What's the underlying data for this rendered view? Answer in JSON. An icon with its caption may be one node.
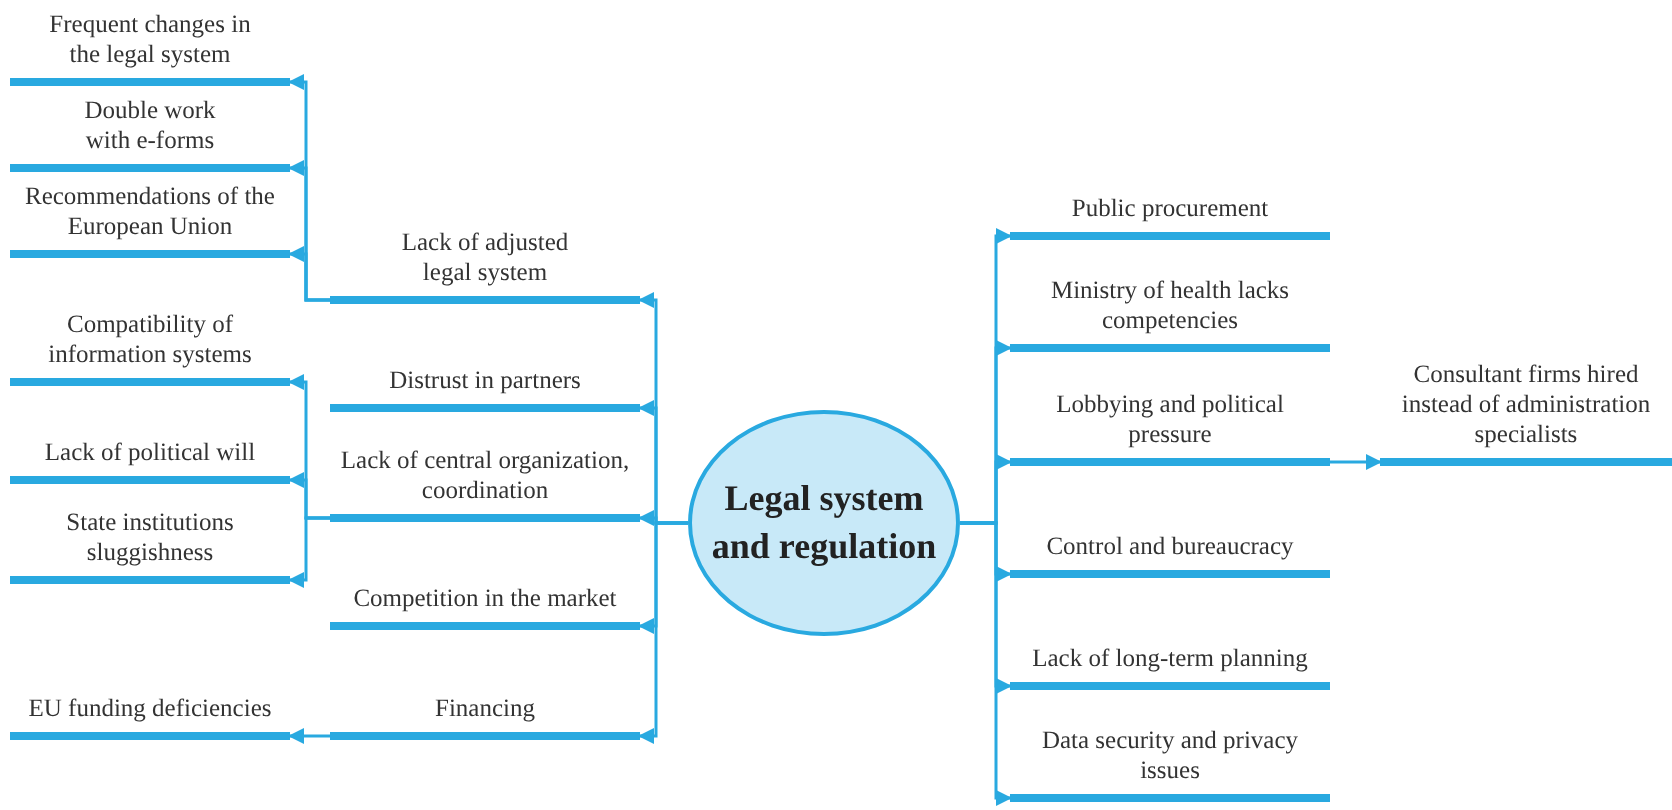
{
  "diagram": {
    "nodes": [
      {
        "text": [
          "Legal system and regulation"
        ]
      },
      {
        "text": [
          "Lack of adjusted legal system"
        ]
      },
      {
        "text": [
          "Frequent changes in the legal system"
        ]
      },
      {
        "text": [
          "Double work with e-forms"
        ]
      },
      {
        "text": [
          "Recommendations of the European Union"
        ]
      },
      {
        "text": [
          "Distrust in partners"
        ]
      },
      {
        "text": [
          "Lack of central organization, coordination"
        ]
      },
      {
        "text": [
          "Compatibility of information systems"
        ]
      },
      {
        "text": [
          "Lack of political will"
        ]
      },
      {
        "text": [
          "State institutions sluggishness"
        ]
      },
      {
        "text": [
          "Competition in the market"
        ]
      },
      {
        "text": [
          "Financing"
        ]
      },
      {
        "text": [
          "EU funding deficiencies"
        ]
      },
      {
        "text": [
          "Public procurement"
        ]
      },
      {
        "text": [
          "Ministry of health lacks competencies"
        ]
      },
      {
        "text": [
          "Lobbying and political pressure"
        ]
      },
      {
        "text": [
          "Consultant firms hired instead of administration specialists"
        ]
      },
      {
        "text": [
          "Control and bureaucracy"
        ]
      },
      {
        "text": [
          "Lack of long-term planning"
        ]
      },
      {
        "text": [
          "Data security and privacy issues"
        ]
      }
    ],
    "edges": [
      {
        "from": 0,
        "to": 1,
        "arrow": "to"
      },
      {
        "from": 1,
        "to": 2,
        "arrow": "to"
      },
      {
        "from": 1,
        "to": 3,
        "arrow": "to"
      },
      {
        "from": 1,
        "to": 4,
        "arrow": "to"
      },
      {
        "from": 0,
        "to": 5,
        "arrow": "to"
      },
      {
        "from": 0,
        "to": 6,
        "arrow": "to"
      },
      {
        "from": 6,
        "to": 7,
        "arrow": "to"
      },
      {
        "from": 6,
        "to": 8,
        "arrow": "to"
      },
      {
        "from": 6,
        "to": 9,
        "arrow": "to"
      },
      {
        "from": 0,
        "to": 10,
        "arrow": "to"
      },
      {
        "from": 0,
        "to": 11,
        "arrow": "to"
      },
      {
        "from": 11,
        "to": 12,
        "arrow": "to"
      },
      {
        "from": 0,
        "to": 13,
        "arrow": "to"
      },
      {
        "from": 0,
        "to": 14,
        "arrow": "to"
      },
      {
        "from": 0,
        "to": 15,
        "arrow": "to"
      },
      {
        "from": 15,
        "to": 16,
        "arrow": "to"
      },
      {
        "from": 0,
        "to": 17,
        "arrow": "to"
      },
      {
        "from": 0,
        "to": 18,
        "arrow": "to"
      },
      {
        "from": 0,
        "to": 19,
        "arrow": "to"
      }
    ]
  }
}
